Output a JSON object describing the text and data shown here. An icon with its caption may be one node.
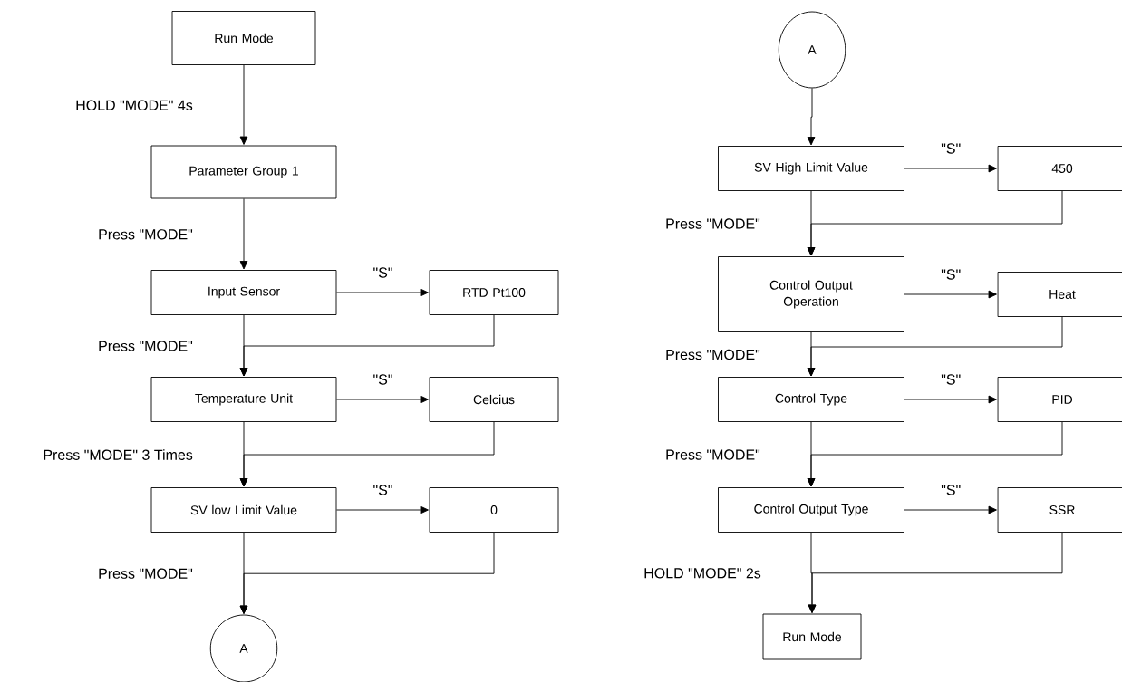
{
  "diagram": {
    "nodes": [
      {
        "text": [
          "Run Mode"
        ]
      },
      {
        "text": [
          "Parameter Group 1"
        ]
      },
      {
        "text": [
          "Input Sensor"
        ]
      },
      {
        "text": [
          "RTD Pt100"
        ]
      },
      {
        "text": [
          "Temperature Unit"
        ]
      },
      {
        "text": [
          "Celcius"
        ]
      },
      {
        "text": [
          "SV low Limit Value"
        ]
      },
      {
        "text": [
          "0"
        ]
      },
      {
        "text": [
          "A"
        ]
      },
      {
        "text": [
          "A"
        ]
      },
      {
        "text": [
          "SV High Limit Value"
        ]
      },
      {
        "text": [
          "450"
        ]
      },
      {
        "text": [
          "Control Output Operation"
        ]
      },
      {
        "text": [
          "Heat"
        ]
      },
      {
        "text": [
          "Control Type"
        ]
      },
      {
        "text": [
          "PID"
        ]
      },
      {
        "text": [
          "Control Output Type"
        ]
      },
      {
        "text": [
          "SSR"
        ]
      },
      {
        "text": [
          "Run Mode"
        ]
      }
    ],
    "edges": [
      {
        "from": 0,
        "to": 1,
        "arrow": "to",
        "label": "HOLD \"MODE\" 4s"
      },
      {
        "from": 1,
        "to": 2,
        "arrow": "to",
        "label": "Press \"MODE\""
      },
      {
        "from": 2,
        "to": 3,
        "arrow": "to",
        "label": "\"S\""
      },
      {
        "from": 2,
        "to": 4,
        "arrow": "to",
        "label": "Press \"MODE\""
      },
      {
        "from": 3,
        "to": 4,
        "arrow": "to"
      },
      {
        "from": 4,
        "to": 5,
        "arrow": "to",
        "label": "\"S\""
      },
      {
        "from": 4,
        "to": 6,
        "arrow": "to",
        "label": "Press \"MODE\" 3 Times"
      },
      {
        "from": 5,
        "to": 6,
        "arrow": "to"
      },
      {
        "from": 6,
        "to": 7,
        "arrow": "to",
        "label": "\"S\""
      },
      {
        "from": 6,
        "to": 8,
        "arrow": "to",
        "label": "Press \"MODE\""
      },
      {
        "from": 7,
        "to": 8,
        "arrow": "to"
      },
      {
        "from": 9,
        "to": 10,
        "arrow": "to"
      },
      {
        "from": 10,
        "to": 11,
        "arrow": "to",
        "label": "\"S\""
      },
      {
        "from": 10,
        "to": 12,
        "arrow": "to",
        "label": "Press \"MODE\""
      },
      {
        "from": 11,
        "to": 12,
        "arrow": "to"
      },
      {
        "from": 12,
        "to": 13,
        "arrow": "to",
        "label": "\"S\""
      },
      {
        "from": 12,
        "to": 14,
        "arrow": "to",
        "label": "Press \"MODE\""
      },
      {
        "from": 13,
        "to": 14,
        "arrow": "to"
      },
      {
        "from": 14,
        "to": 15,
        "arrow": "to",
        "label": "\"S\""
      },
      {
        "from": 14,
        "to": 16,
        "arrow": "to",
        "label": "Press \"MODE\""
      },
      {
        "from": 15,
        "to": 16,
        "arrow": "to"
      },
      {
        "from": 16,
        "to": 17,
        "arrow": "to",
        "label": "\"S\""
      },
      {
        "from": 16,
        "to": 18,
        "arrow": "to",
        "label": "HOLD \"MODE\" 2s"
      },
      {
        "from": 17,
        "to": 18,
        "arrow": "to"
      }
    ]
  }
}
